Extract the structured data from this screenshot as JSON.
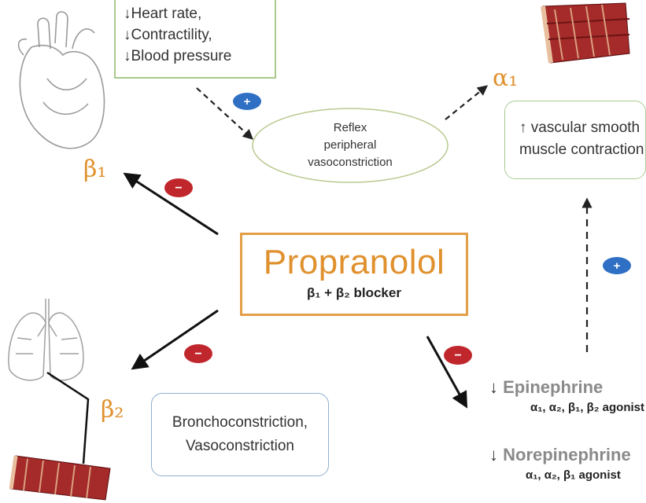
{
  "heart_effects": [
    "↓Heart rate,",
    "↓Contractility,",
    "↓Blood pressure"
  ],
  "reflex": [
    "Reflex",
    "peripheral",
    "vasoconstriction"
  ],
  "vascular_effect": [
    "↑ vascular smooth",
    "muscle contraction"
  ],
  "drug": {
    "name": "Propranolol",
    "subtitle": "β₁ + β₂ blocker"
  },
  "receptors": {
    "alpha1": "α₁",
    "beta1": "β₁",
    "beta2": "β₂"
  },
  "beta2_effects": [
    "Bronchoconstriction,",
    "Vasoconstriction"
  ],
  "hormones": [
    {
      "label": "Epinephrine",
      "arrow": "↓",
      "agonist": "α₁, α₂, β₁, β₂ agonist"
    },
    {
      "label": "Norepinephrine",
      "arrow": "↓",
      "agonist": "α₁, α₂, β₁ agonist"
    }
  ],
  "signs": {
    "plus": "+",
    "minus": "−"
  },
  "colors": {
    "orange": "#e0912e",
    "red_badge": "#c0272d",
    "blue_badge": "#2f6fc4",
    "green_border": "#a9c98c",
    "blue_border": "#8fb0d0"
  },
  "icons": [
    "heart-icon",
    "blood-vessel-icon",
    "lungs-icon"
  ]
}
